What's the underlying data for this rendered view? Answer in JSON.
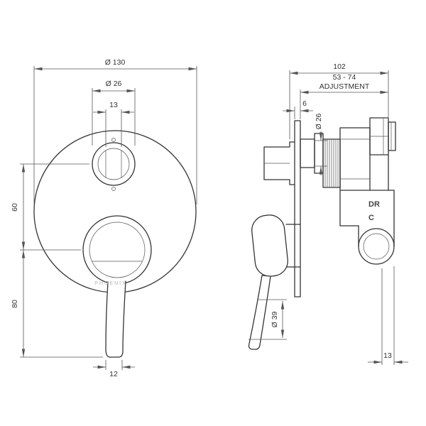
{
  "front": {
    "plate_diameter": "Ø 130",
    "knob_diameter": "Ø 26",
    "knob_width": "13",
    "knob_spacing": "60",
    "handle_length": "80",
    "handle_width": "12",
    "brand": "PHOENIX"
  },
  "side": {
    "overall_depth": "102",
    "adjustment_range": "53 - 74",
    "adjustment_label": "ADJUSTMENT",
    "plate_thickness": "6",
    "spindle_diameter": "Ø 26",
    "marking_dr": "DR",
    "marking_c": "C",
    "hub_diameter": "Ø 39",
    "outlet_offset": "13"
  }
}
